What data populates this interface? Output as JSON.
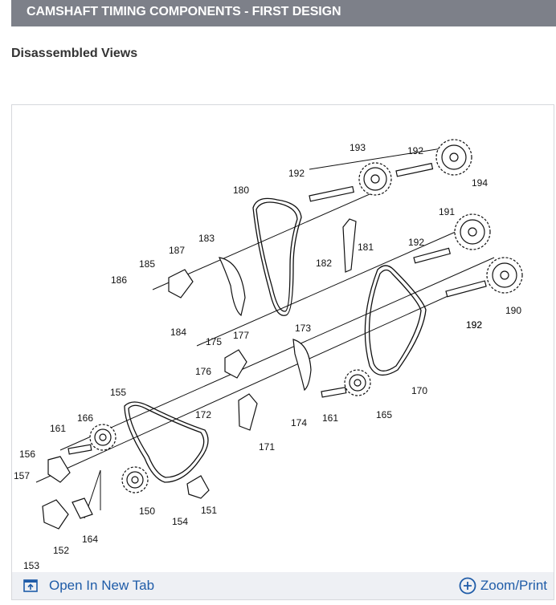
{
  "header": {
    "title": "CAMSHAFT TIMING COMPONENTS - FIRST DESIGN"
  },
  "section": {
    "subtitle": "Disassembled Views"
  },
  "figure": {
    "callouts": [
      "193",
      "192",
      "194",
      "192",
      "180",
      "191",
      "192",
      "181",
      "183",
      "187",
      "182",
      "192",
      "185",
      "186",
      "190",
      "184",
      "192",
      "173",
      "177",
      "175",
      "176",
      "170",
      "155",
      "174",
      "161",
      "165",
      "172",
      "166",
      "171",
      "161",
      "156",
      "157",
      "150",
      "151",
      "154",
      "164",
      "152",
      "153"
    ]
  },
  "footer": {
    "open_tab_label": "Open In New Tab",
    "zoom_print_label": "Zoom/Print",
    "link_color": "#1f5ca8"
  },
  "icons": {
    "open_tab": "open-new-tab-icon",
    "zoom": "zoom-plus-icon"
  },
  "colors": {
    "header_bg": "#7d8089",
    "footer_bg": "#eef0f4"
  }
}
